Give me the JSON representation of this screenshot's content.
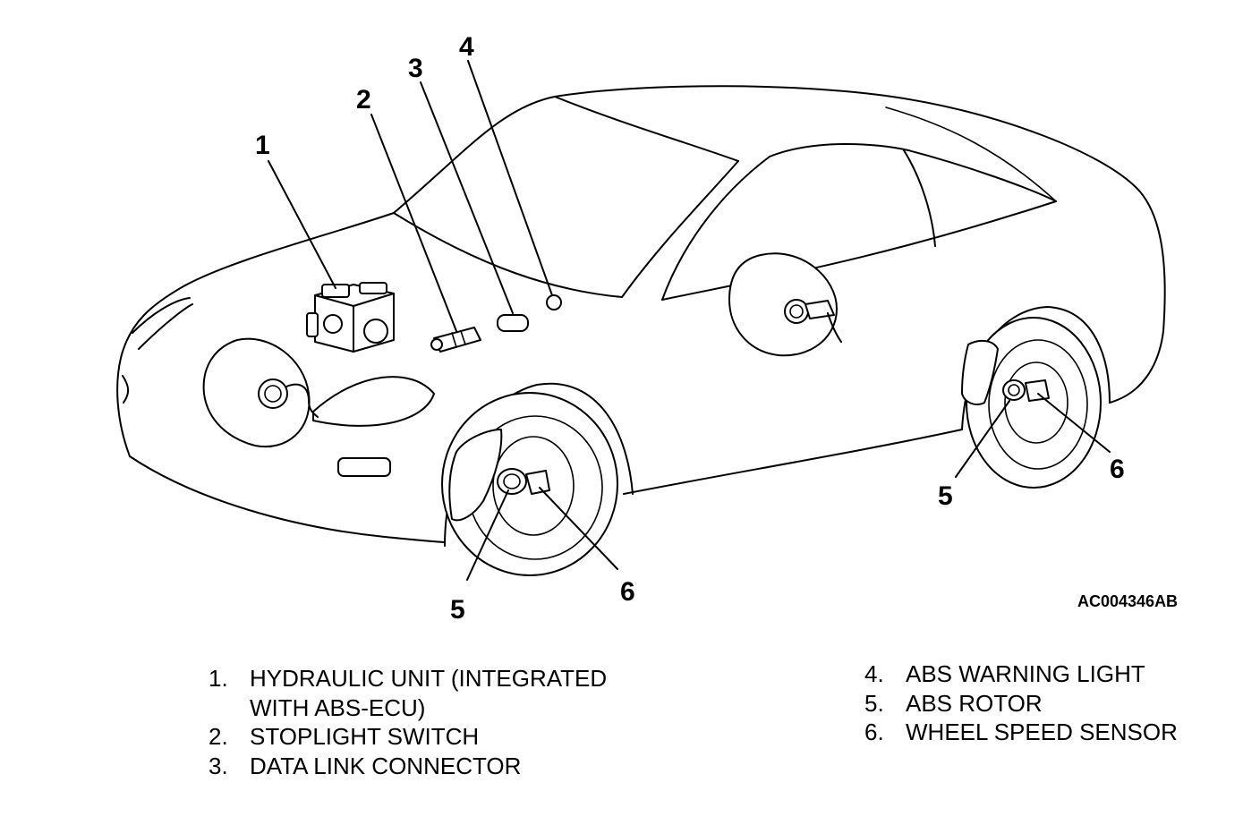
{
  "figure_code": "AC004346AB",
  "callouts": {
    "c1": "1",
    "c2": "2",
    "c3": "3",
    "c4": "4",
    "c5_front": "5",
    "c6_front": "6",
    "c5_rear": "5",
    "c6_rear": "6"
  },
  "legend": {
    "left": [
      {
        "num": "1.",
        "text": "HYDRAULIC UNIT (INTEGRATED\nWITH ABS-ECU)"
      },
      {
        "num": "2.",
        "text": "STOPLIGHT SWITCH"
      },
      {
        "num": "3.",
        "text": "DATA LINK CONNECTOR"
      }
    ],
    "right": [
      {
        "num": "4.",
        "text": "ABS WARNING LIGHT"
      },
      {
        "num": "5.",
        "text": "ABS ROTOR"
      },
      {
        "num": "6.",
        "text": "WHEEL SPEED SENSOR"
      }
    ]
  }
}
